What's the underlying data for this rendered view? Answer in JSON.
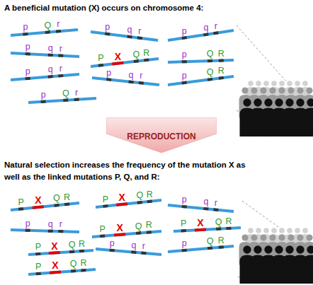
{
  "diagram": {
    "title": "A beneficial mutation (X) occurs on chromosome 4:",
    "nodes": [
      {
        "text": [
          "REPRODUCTION"
        ]
      }
    ],
    "labels": [
      "p",
      "Q",
      "r",
      "p",
      "q",
      "r",
      "p",
      "q",
      "r",
      "p",
      "q",
      "r",
      "P",
      "X",
      "Q",
      "R",
      "p",
      "Q",
      "R",
      "p",
      "q",
      "r",
      "p",
      "q",
      "r",
      "p",
      "Q",
      "R",
      "p",
      "Q",
      "r",
      "Natural selection increases the frequency of the mutation X as well as the linked mutations P, Q, and R:",
      "P",
      "X",
      "Q",
      "R",
      "P",
      "X",
      "Q",
      "R",
      "p",
      "q",
      "r",
      "p",
      "q",
      "r",
      "P",
      "X",
      "Q",
      "R",
      "P",
      "X",
      "Q",
      "R",
      "P",
      "X",
      "Q",
      "R",
      "p",
      "q",
      "r",
      "p",
      "Q",
      "R",
      "P",
      "X",
      "Q",
      "R"
    ]
  }
}
